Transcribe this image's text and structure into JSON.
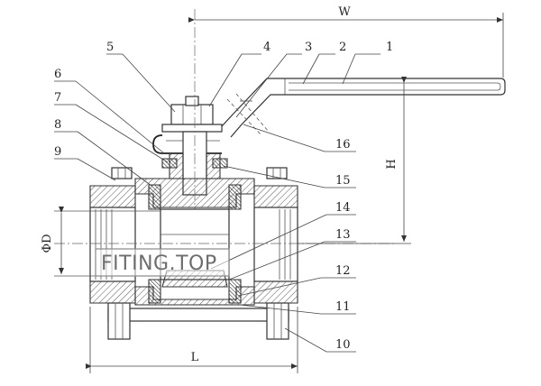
{
  "watermark": {
    "text": "FITING.TOP"
  },
  "dimensions": {
    "width_label": "W",
    "height_label": "H",
    "length_label": "L",
    "diameter_label": "ΦD"
  },
  "callouts": [
    {
      "id": "1",
      "label": "1"
    },
    {
      "id": "2",
      "label": "2"
    },
    {
      "id": "3",
      "label": "3"
    },
    {
      "id": "4",
      "label": "4"
    },
    {
      "id": "5",
      "label": "5"
    },
    {
      "id": "6",
      "label": "6"
    },
    {
      "id": "7",
      "label": "7"
    },
    {
      "id": "8",
      "label": "8"
    },
    {
      "id": "9",
      "label": "9"
    },
    {
      "id": "10",
      "label": "10"
    },
    {
      "id": "11",
      "label": "11"
    },
    {
      "id": "12",
      "label": "12"
    },
    {
      "id": "13",
      "label": "13"
    },
    {
      "id": "14",
      "label": "14"
    },
    {
      "id": "15",
      "label": "15"
    },
    {
      "id": "16",
      "label": "16"
    }
  ]
}
